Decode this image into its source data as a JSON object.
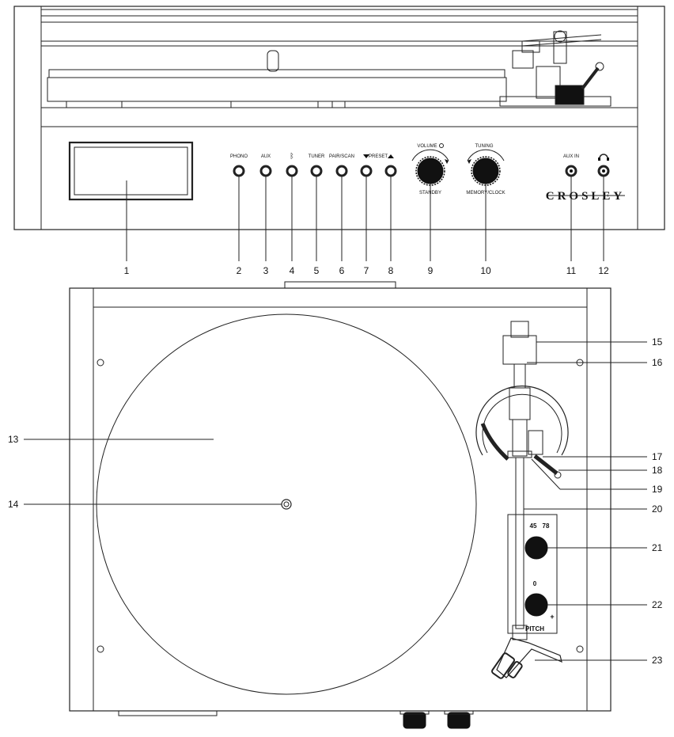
{
  "front_panel": {
    "buttons": [
      {
        "id": "phono",
        "label": "PHONO"
      },
      {
        "id": "aux",
        "label": "AUX"
      },
      {
        "id": "bluetooth",
        "label": "",
        "icon": "bluetooth-icon"
      },
      {
        "id": "tuner",
        "label": "TUNER"
      },
      {
        "id": "pair-scan",
        "label": "PAIR/SCAN"
      },
      {
        "id": "preset-down",
        "label": "",
        "icon": "triangle-down-icon"
      },
      {
        "id": "preset-up",
        "label": "",
        "icon": "triangle-up-icon"
      }
    ],
    "preset_label": "PRESET",
    "volume_label": "VOLUME",
    "volume_icon": "power-icon",
    "standby_label": "STANDBY",
    "tuning_label": "TUNING",
    "memory_clock_label": "MEMORY/CLOCK",
    "aux_in_label": "AUX IN",
    "headphone_icon": "headphones-icon",
    "brand": "CROSLEY"
  },
  "top_view": {
    "speed_45": "45",
    "speed_78": "78",
    "pitch_zero": "0",
    "pitch_plus": "+",
    "pitch_label": "PITCH"
  },
  "callouts": [
    "1",
    "2",
    "3",
    "4",
    "5",
    "6",
    "7",
    "8",
    "9",
    "10",
    "11",
    "12",
    "13",
    "14",
    "15",
    "16",
    "17",
    "18",
    "19",
    "20",
    "21",
    "22",
    "23"
  ],
  "colors": {
    "line": "#222222",
    "knob": "#111111"
  }
}
